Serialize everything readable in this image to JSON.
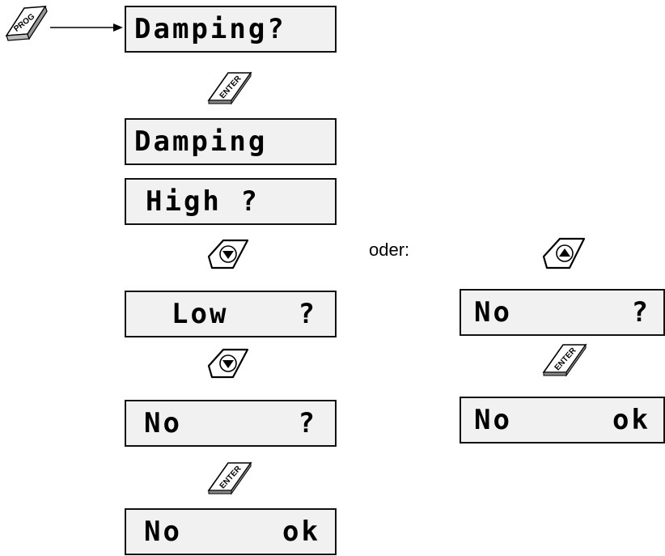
{
  "keys": {
    "prog": "PROG",
    "enter": "ENTER"
  },
  "left_column": {
    "display_1": "Damping?",
    "display_2": "Damping",
    "display_3": "High ?",
    "display_4_word": "Low",
    "display_4_q": "?",
    "display_5_word": "No",
    "display_5_q": "?",
    "display_6_word": "No",
    "display_6_ok": "ok"
  },
  "right_column": {
    "alt_label": "oder:",
    "display_1_word": "No",
    "display_1_q": "?",
    "display_2_word": "No",
    "display_2_ok": "ok"
  }
}
